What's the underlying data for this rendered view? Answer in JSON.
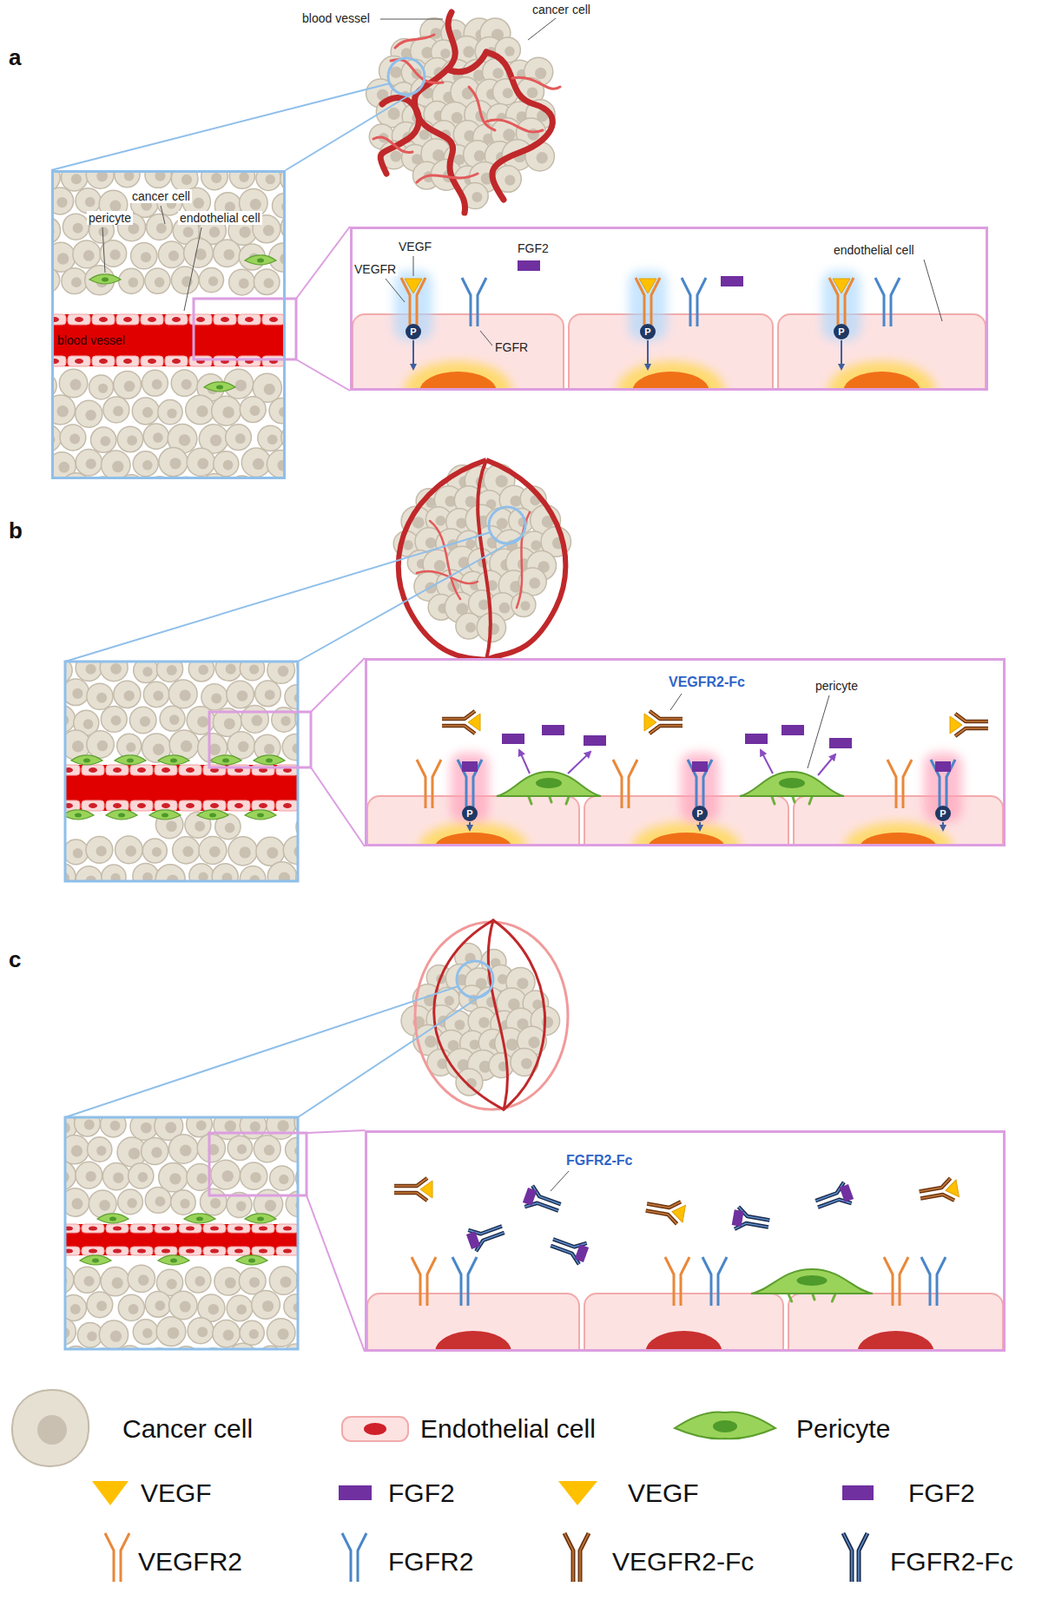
{
  "diagram": {
    "nodes": [
      {
        "text": [
          "cancer cell",
          "pericyte",
          "endothelial cell",
          "blood vessel"
        ]
      },
      {
        "text": [
          "VEGFR",
          "VEGF",
          "FGF2",
          "FGFR",
          "endothelial cell",
          "P",
          "P",
          "P"
        ]
      },
      {
        "text": [
          "VEGFR2-Fc",
          "pericyte",
          "P",
          "P",
          "P"
        ]
      },
      {
        "text": [
          "FGFR2-Fc"
        ]
      }
    ],
    "labels": [
      "blood vessel",
      "cancer cell",
      "a",
      "b",
      "c"
    ],
    "legend": [
      {
        "text": "Cancer cell"
      },
      {
        "text": "Endothelial cell"
      },
      {
        "text": "Pericyte"
      },
      {
        "text": "VEGF",
        "color": "#ffc000"
      },
      {
        "text": "FGF2",
        "color": "#7030a0"
      },
      {
        "text": "VEGF",
        "color": "#ffc000"
      },
      {
        "text": "FGF2",
        "color": "#7030a0"
      },
      {
        "text": "VEGFR2"
      },
      {
        "text": "FGFR2"
      },
      {
        "text": "VEGFR2-Fc"
      },
      {
        "text": "FGFR2-Fc"
      }
    ]
  }
}
